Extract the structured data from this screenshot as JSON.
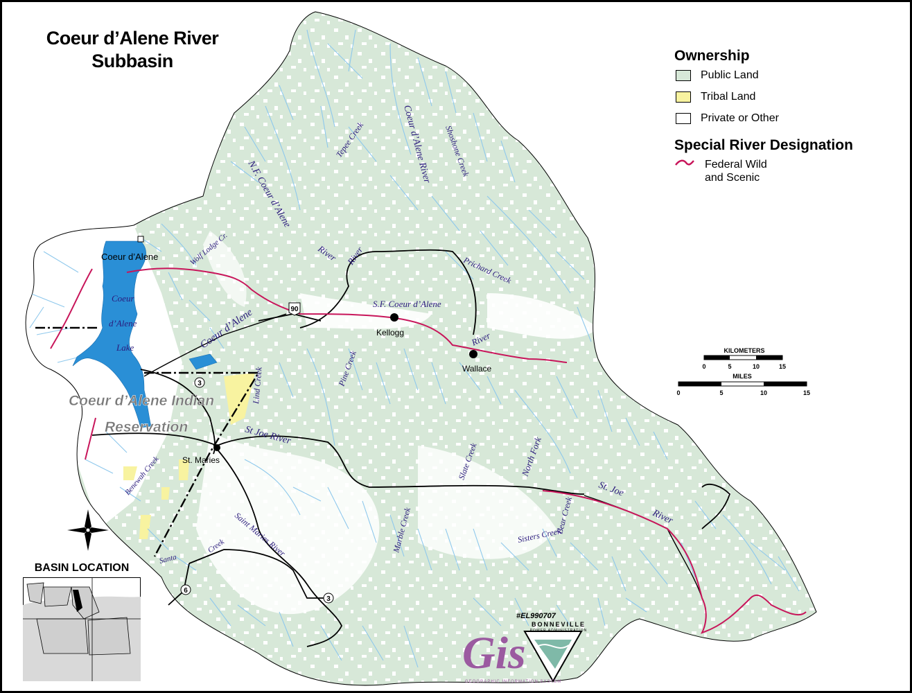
{
  "title_line1": "Coeur d’Alene River",
  "title_line2": "Subbasin",
  "legend": {
    "ownership_heading": "Ownership",
    "items": [
      {
        "label": "Public Land",
        "color": "#d7e8d8"
      },
      {
        "label": "Tribal Land",
        "color": "#f8f3a0"
      },
      {
        "label": "Private or Other",
        "color": "#ffffff"
      }
    ],
    "special_heading": "Special River Designation",
    "wild_line1": "Federal Wild",
    "wild_line2": "and Scenic",
    "wild_color": "#c8155a"
  },
  "scale": {
    "km_label": "KILOMETERS",
    "km_ticks": [
      "0",
      "5",
      "10",
      "15"
    ],
    "mi_label": "MILES",
    "mi_ticks": [
      "0",
      "5",
      "10",
      "15"
    ]
  },
  "places": {
    "coeur_dalene": "Coeur d’Alene",
    "kellogg": "Kellogg",
    "wallace": "Wallace",
    "st_maries": "St. Maries"
  },
  "water_labels": {
    "lake_1": "Coeur",
    "lake_2": "d’Alene",
    "lake_3": "Lake",
    "wolf_lodge": "Wolf Lodge Cr.",
    "nf_cda": "N.F. Coeur d’Alene",
    "nf_river": "River",
    "river2": "River",
    "tepee": "Tepee Creek",
    "cda_river_n": "Coeur d’Alene River",
    "shoshone": "Shoshone Creek",
    "prichard": "Prichard Creek",
    "cda_main": "Coeur d’Alene",
    "sf_cda": "S.F. Coeur d’Alene",
    "sf_river": "River",
    "pine": "Pine Creek",
    "lind": "Lind Creek",
    "st_joe": "St Joe River",
    "slate": "Slate Creek",
    "north_fork": "North Fork",
    "st_joe_e1": "St. Joe",
    "st_joe_e2": "River",
    "benewah": "Benewah Creek",
    "santa": "Santa",
    "santa_creek": "Creek",
    "saint_maries": "Saint Maries River",
    "marble": "Marble Creek",
    "sisters": "Sisters Creek",
    "bear": "Bear Creek"
  },
  "reservation_1": "Coeur d’Alene Indian",
  "reservation_2": "Reservation",
  "highways": {
    "i90": "90",
    "h3a": "3",
    "h3b": "3",
    "h6": "6"
  },
  "basin_location": "BASIN LOCATION",
  "bsn_id": "#EL990707",
  "bpa_line1": "BONNEVILLE",
  "bpa_line2": "POWER ADMINISTRATION",
  "gis_mark": "Gis",
  "gis_sub": "GEOGRAPHIC INFORMATION SYSTEM"
}
